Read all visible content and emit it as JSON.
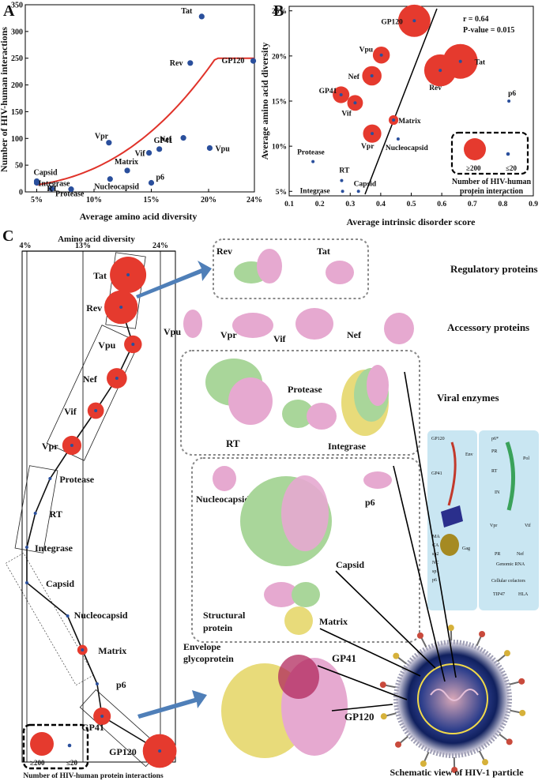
{
  "colors": {
    "point": "#2a4f9c",
    "bubble": "#e53a2e",
    "fit_line": "#e0332a",
    "green_protein": "#a9d69a",
    "pink_protein": "#e6a9d0",
    "yellow_protein": "#e8db7a",
    "dashed_box": "#8a8a8a",
    "schematic_bg": "#c9e6f2",
    "arrow_blue": "#4f7fb8"
  },
  "panel_labels": {
    "a": "A",
    "b": "B",
    "c": "C"
  },
  "chart_data": [
    {
      "type": "scatter",
      "panel": "A",
      "xlabel": "Average amino acid diversity",
      "ylabel": "Number of HIV-human interactions",
      "xlim": [
        0.04,
        0.24
      ],
      "ylim": [
        0,
        350
      ],
      "xticks": [
        0.05,
        0.1,
        0.15,
        0.2,
        0.24
      ],
      "xtick_labels": [
        "5%",
        "10%",
        "15%",
        "20%",
        "24%"
      ],
      "yticks": [
        0,
        50,
        100,
        150,
        200,
        250,
        300,
        350
      ],
      "ytick_labels": [
        "0",
        "50",
        "100",
        "150",
        "200",
        "250",
        "300",
        "350"
      ],
      "grid": false,
      "fit": "exponential curve",
      "points": [
        {
          "label": "Capsid",
          "x": 0.05,
          "y": 20
        },
        {
          "label": "Integrase",
          "x": 0.05,
          "y": 17
        },
        {
          "label": "RT",
          "x": 0.063,
          "y": 6
        },
        {
          "label": "Protease",
          "x": 0.08,
          "y": 5
        },
        {
          "label": "Nucleocapsid",
          "x": 0.114,
          "y": 24
        },
        {
          "label": "Matrix",
          "x": 0.129,
          "y": 40
        },
        {
          "label": "Vpr",
          "x": 0.113,
          "y": 92
        },
        {
          "label": "Vif",
          "x": 0.148,
          "y": 73
        },
        {
          "label": "GP41",
          "x": 0.157,
          "y": 80
        },
        {
          "label": "p6",
          "x": 0.15,
          "y": 17
        },
        {
          "label": "Nef",
          "x": 0.178,
          "y": 101
        },
        {
          "label": "Vpu",
          "x": 0.201,
          "y": 82
        },
        {
          "label": "Rev",
          "x": 0.184,
          "y": 241
        },
        {
          "label": "Tat",
          "x": 0.194,
          "y": 328
        },
        {
          "label": "GP120",
          "x": 0.239,
          "y": 245
        }
      ]
    },
    {
      "type": "scatter",
      "panel": "B",
      "xlabel": "Average intrinsic disorder score",
      "ylabel": "Average amino acid diversity",
      "xlim": [
        0.1,
        0.9
      ],
      "ylim": [
        0.045,
        0.255
      ],
      "xticks": [
        0.1,
        0.2,
        0.3,
        0.4,
        0.5,
        0.6,
        0.7,
        0.8,
        0.9
      ],
      "xtick_labels": [
        "0.1",
        "0.2",
        "0.3",
        "0.4",
        "0.5",
        "0.6",
        "0.7",
        "0.8",
        "0.9"
      ],
      "yticks": [
        0.05,
        0.1,
        0.15,
        0.2,
        0.25
      ],
      "ytick_labels": [
        "5%",
        "10%",
        "15%",
        "20%",
        "25%"
      ],
      "annotation": [
        "r = 0.64",
        "P-value = 0.015"
      ],
      "bubble_size": "Number of HIV-human protein interaction",
      "legend": {
        "large": "≥200",
        "small": "≤20",
        "title": [
          "Number of HIV-human",
          "protein interaction"
        ]
      },
      "points": [
        {
          "label": "GP120",
          "x": 0.51,
          "y": 0.239,
          "interactions": 245
        },
        {
          "label": "Vpu",
          "x": 0.402,
          "y": 0.201,
          "interactions": 82
        },
        {
          "label": "Tat",
          "x": 0.661,
          "y": 0.194,
          "interactions": 328
        },
        {
          "label": "Rev",
          "x": 0.595,
          "y": 0.184,
          "interactions": 241
        },
        {
          "label": "Nef",
          "x": 0.371,
          "y": 0.178,
          "interactions": 101
        },
        {
          "label": "GP41",
          "x": 0.27,
          "y": 0.157,
          "interactions": 80
        },
        {
          "label": "Vif",
          "x": 0.316,
          "y": 0.148,
          "interactions": 73
        },
        {
          "label": "p6",
          "x": 0.82,
          "y": 0.15,
          "interactions": 17
        },
        {
          "label": "Matrix",
          "x": 0.442,
          "y": 0.129,
          "interactions": 40
        },
        {
          "label": "Vpr",
          "x": 0.372,
          "y": 0.114,
          "interactions": 92
        },
        {
          "label": "Nucleocapsid",
          "x": 0.457,
          "y": 0.108,
          "interactions": 24
        },
        {
          "label": "Protease",
          "x": 0.178,
          "y": 0.083,
          "interactions": 5
        },
        {
          "label": "RT",
          "x": 0.272,
          "y": 0.062,
          "interactions": 6
        },
        {
          "label": "Capsid",
          "x": 0.327,
          "y": 0.05,
          "interactions": 20
        },
        {
          "label": "Integrase",
          "x": 0.275,
          "y": 0.05,
          "interactions": 17
        }
      ]
    },
    {
      "type": "line",
      "panel": "C",
      "xlabel": "Amino acid diversity",
      "xticks": [
        0.04,
        0.13,
        0.24
      ],
      "xtick_labels": [
        "4%",
        "13%",
        "24%"
      ],
      "bubble_size": "Number of HIV-human protein interactions",
      "legend": {
        "large": "≥200",
        "small": "≤20",
        "title": "Number of HIV-human protein interactions"
      },
      "proteins": [
        {
          "label": "Tat",
          "diversity": 0.194,
          "interactions": 328
        },
        {
          "label": "Rev",
          "diversity": 0.184,
          "interactions": 241
        },
        {
          "label": "Vpu",
          "diversity": 0.201,
          "interactions": 82
        },
        {
          "label": "Nef",
          "diversity": 0.178,
          "interactions": 101
        },
        {
          "label": "Vif",
          "diversity": 0.148,
          "interactions": 73
        },
        {
          "label": "Vpr",
          "diversity": 0.114,
          "interactions": 92
        },
        {
          "label": "Protease",
          "diversity": 0.083,
          "interactions": 5
        },
        {
          "label": "RT",
          "diversity": 0.062,
          "interactions": 6
        },
        {
          "label": "Integrase",
          "diversity": 0.05,
          "interactions": 17
        },
        {
          "label": "Capsid",
          "diversity": 0.05,
          "interactions": 20
        },
        {
          "label": "Nucleocapsid",
          "diversity": 0.108,
          "interactions": 24
        },
        {
          "label": "Matrix",
          "diversity": 0.129,
          "interactions": 40
        },
        {
          "label": "p6",
          "diversity": 0.15,
          "interactions": 17
        },
        {
          "label": "GP41",
          "diversity": 0.157,
          "interactions": 80
        },
        {
          "label": "GP120",
          "diversity": 0.239,
          "interactions": 245
        }
      ]
    }
  ],
  "structures": {
    "categories": [
      "Regulatory proteins",
      "Accessory proteins",
      "Viral enzymes"
    ],
    "regulatory": [
      "Rev",
      "Tat"
    ],
    "accessory": [
      "Vpu",
      "Vpr",
      "Vif",
      "Nef"
    ],
    "enzymes": [
      "Protease",
      "RT",
      "Integrase"
    ],
    "structural_labels": [
      "Nucleocapsid",
      "p6",
      "Capsid",
      "Matrix"
    ],
    "structural_title": [
      "Structural",
      "protein"
    ],
    "envelope_title": [
      "Envelope",
      "glycoprotein"
    ],
    "envelope_labels": [
      "GP41",
      "GP120"
    ],
    "particle_caption": "Schematic view of HIV-1 particle",
    "schematic_env": [
      "GP120",
      "GP41",
      "Env"
    ],
    "schematic_pol": [
      "p6*",
      "PR",
      "RT",
      "IN",
      "Pol"
    ],
    "schematic_gag": [
      "MA",
      "CA",
      "sp2",
      "NC",
      "sp1",
      "p6",
      "Gag"
    ],
    "schematic_misc": [
      "Vpr",
      "Vif",
      "PR",
      "Nef",
      "Genomic RNA",
      "Cellular cofactors",
      "TIP47",
      "HLA"
    ]
  }
}
